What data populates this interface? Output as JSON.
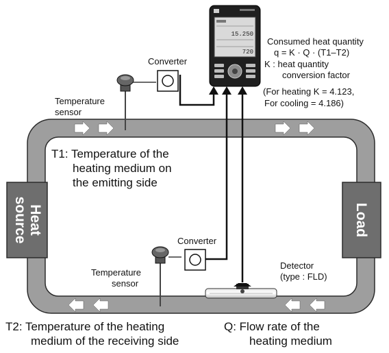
{
  "meter": {
    "display_values": [
      "15.250",
      "720"
    ]
  },
  "formula": {
    "line1": "Consumed heat quantity",
    "line2": "q = K · Q · (T1–T2)",
    "line3": "K : heat quantity",
    "line4": "conversion factor",
    "line5": "(For heating K = 4.123,",
    "line6": "For cooling  = 4.186)"
  },
  "converter_top": {
    "label": "Converter"
  },
  "converter_bottom": {
    "label": "Converter"
  },
  "sensor_top": {
    "label_line1": "Temperature",
    "label_line2": "sensor"
  },
  "sensor_bottom": {
    "label_line1": "Temperature",
    "label_line2": "sensor"
  },
  "t1": {
    "line1": "T1:  Temperature of the",
    "line2": "heating medium on",
    "line3": "the emitting side"
  },
  "heat_source": {
    "line1": "Heat",
    "line2": "source"
  },
  "load": {
    "label": "Load"
  },
  "detector": {
    "line1": "Detector",
    "line2": "(type : FLD)"
  },
  "t2": {
    "line1": "T2:  Temperature of the heating",
    "line2": "medium of the receiving side"
  },
  "q": {
    "line1": "Q:   Flow rate of the",
    "line2": "heating medium"
  },
  "colors": {
    "pipe": "#9a9a9a",
    "pipe_edge": "#333333",
    "side_box": "#6e6e6e",
    "meter_body": "#1f1f1f",
    "arrow_fill": "#ffffff"
  },
  "icons": {
    "flow_arrow": "right-arrow-icon / left-arrow-icon",
    "sensor": "thermometer-probe-icon",
    "converter": "circle-in-square-icon",
    "meter": "handheld-meter-icon"
  }
}
